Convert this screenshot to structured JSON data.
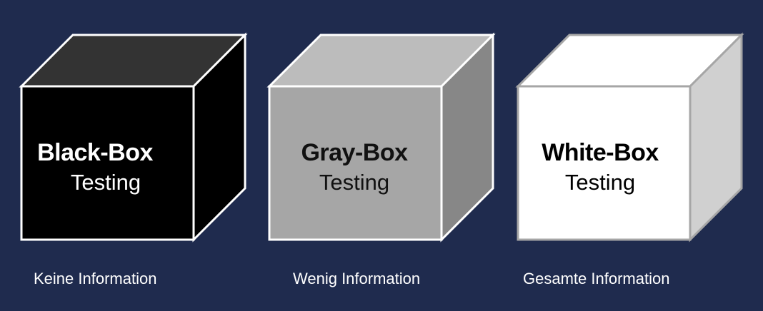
{
  "boxes": [
    {
      "title": "Black-Box",
      "subtitle": "Testing",
      "caption": "Keine Information",
      "colors": {
        "front": "#000000",
        "top": "#333333",
        "side": "#000000",
        "edge": "#ffffff",
        "text": "#ffffff"
      }
    },
    {
      "title": "Gray-Box",
      "subtitle": "Testing",
      "caption": "Wenig Information",
      "colors": {
        "front": "#a6a6a6",
        "top": "#bcbcbc",
        "side": "#878787",
        "edge": "#ffffff",
        "text": "#111111"
      }
    },
    {
      "title": "White-Box",
      "subtitle": "Testing",
      "caption": "Gesamte Information",
      "colors": {
        "front": "#ffffff",
        "top": "#ffffff",
        "side": "#d0d0d0",
        "edge": "#a6a6a6",
        "text": "#000000"
      }
    }
  ]
}
